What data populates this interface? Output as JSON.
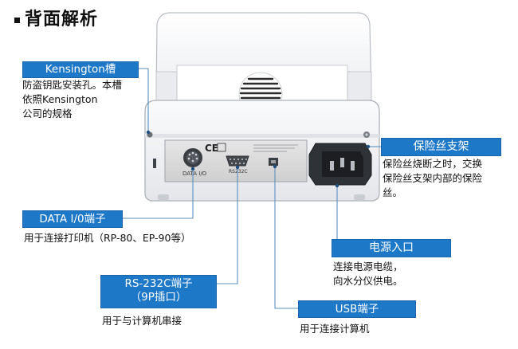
{
  "title": "背面解析",
  "callouts": {
    "kensington": {
      "label": "Kensington槽",
      "desc": [
        "防盗钥匙安装孔。本槽",
        "依照Kensington",
        "公司的规格"
      ]
    },
    "fuse": {
      "label": "保险丝支架",
      "desc": [
        "保险丝烧断之时，交换",
        "保险丝支架内部的保险",
        "丝。"
      ]
    },
    "data_io": {
      "label": "DATA I/0端子",
      "desc": [
        "用于连接打印机（RP-80、EP-90等）"
      ]
    },
    "power": {
      "label": "电源入口",
      "desc": [
        "连接电源电缆，",
        "向水分仪供电。"
      ]
    },
    "rs232c": {
      "label_lines": [
        "RS-232C端子",
        "（9P插口）"
      ],
      "desc": [
        "用于与计算机串接"
      ]
    },
    "usb": {
      "label": "USB端子",
      "desc": [
        "用于连接计算机"
      ]
    }
  },
  "device_panel": {
    "port_labels": [
      "DATA I/O",
      "RS232C"
    ],
    "ce_mark": "CE"
  },
  "colors": {
    "callout_blue": "#1e78c8",
    "leader_line": "#5b8fbf",
    "device_body": "#f2f3f5",
    "panel": "#dcdcdc"
  }
}
